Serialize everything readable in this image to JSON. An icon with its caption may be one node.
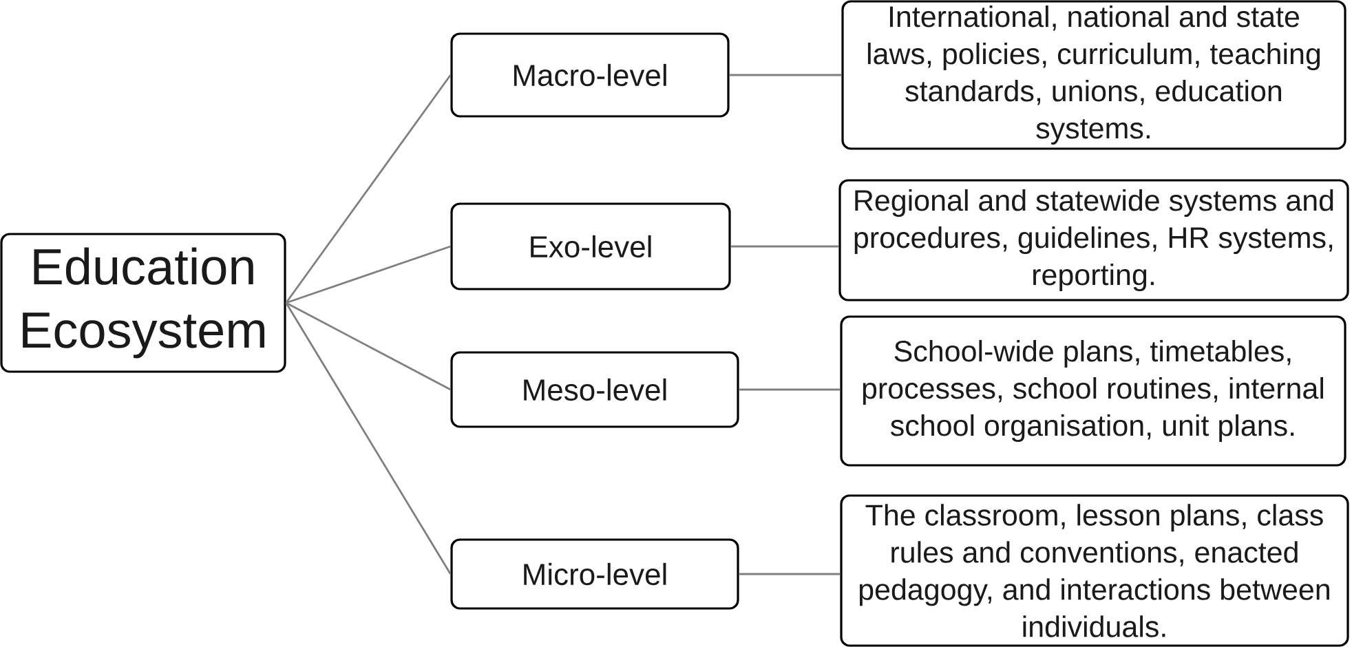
{
  "diagram": {
    "nodes": [
      {
        "text": [
          "Education Ecosystem"
        ]
      },
      {
        "text": [
          "Macro-level"
        ]
      },
      {
        "text": [
          "International, national and state laws, policies, curriculum, teaching standards, unions, education systems."
        ]
      },
      {
        "text": [
          "Exo-level"
        ]
      },
      {
        "text": [
          "Regional and statewide systems and procedures, guidelines, HR systems, reporting."
        ]
      },
      {
        "text": [
          "Meso-level"
        ]
      },
      {
        "text": [
          "School-wide plans, timetables, processes, school routines, internal school organisation, unit plans."
        ]
      },
      {
        "text": [
          "Micro-level"
        ]
      },
      {
        "text": [
          "The classroom, lesson plans, class rules and conventions, enacted pedagogy, and interactions between individuals."
        ]
      }
    ],
    "edges": [
      {
        "from": 0,
        "to": 1,
        "arrow": "none"
      },
      {
        "from": 0,
        "to": 3,
        "arrow": "none"
      },
      {
        "from": 0,
        "to": 5,
        "arrow": "none"
      },
      {
        "from": 0,
        "to": 7,
        "arrow": "none"
      },
      {
        "from": 1,
        "to": 2,
        "arrow": "none"
      },
      {
        "from": 3,
        "to": 4,
        "arrow": "none"
      },
      {
        "from": 5,
        "to": 6,
        "arrow": "none"
      },
      {
        "from": 7,
        "to": 8,
        "arrow": "none"
      }
    ]
  }
}
